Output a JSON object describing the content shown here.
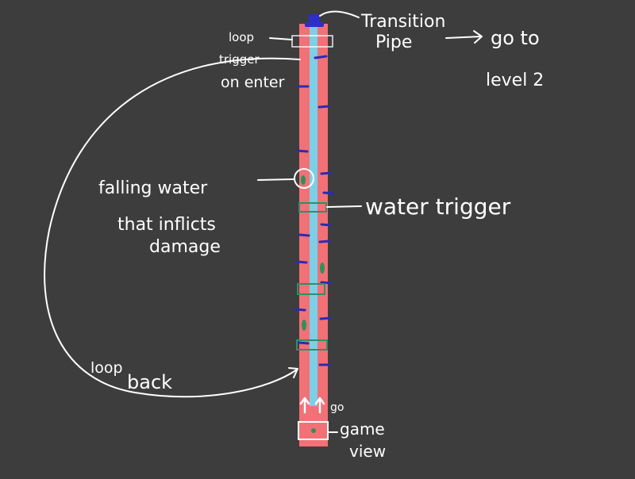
{
  "labels": {
    "transition_pipe_1": "Transition",
    "transition_pipe_2": "Pipe",
    "go_to_1": "go to",
    "go_to_2": "level 2",
    "loop_trigger_1": "loop",
    "loop_trigger_2": "trigger",
    "loop_trigger_3": "on enter",
    "falling_water_1": "falling water",
    "falling_water_2": "that inflicts",
    "falling_water_3": "damage",
    "water_trigger": "water trigger",
    "loop_back_1": "loop",
    "loop_back_2": "back",
    "go": "go",
    "game_view_1": "game",
    "game_view_2": "view"
  },
  "colors": {
    "background": "#3d3d3d",
    "shaft": "#f17176",
    "water": "#7ccfe6",
    "platform": "#2b2bb3",
    "pipe": "#2e2ec9",
    "droplet": "#2f8f5a",
    "trigger": "#2f8f6a",
    "annotation": "#ffffff"
  },
  "icons": {
    "up_arrow": "up-arrow-icon",
    "right_arrow": "right-arrow-icon",
    "game_view": "game-view-box-icon"
  }
}
